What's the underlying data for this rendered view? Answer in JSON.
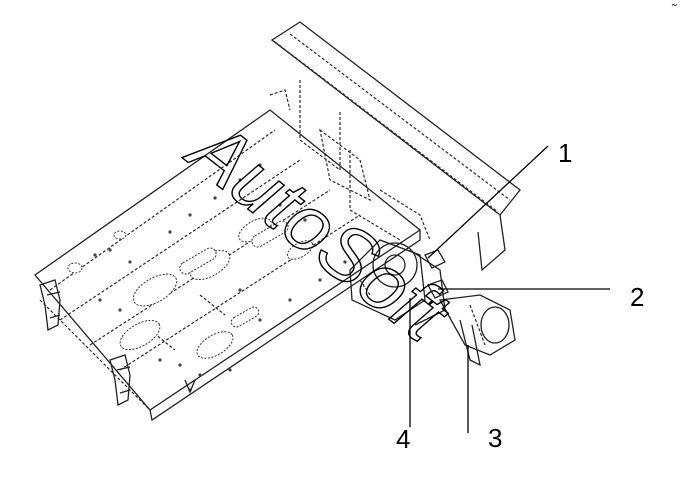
{
  "callouts": [
    {
      "id": "1",
      "label": "1"
    },
    {
      "id": "2",
      "label": "2"
    },
    {
      "id": "3",
      "label": "3"
    },
    {
      "id": "4",
      "label": "4"
    }
  ],
  "watermark": {
    "text": "AutoSoft"
  },
  "corner_mark": {
    "text": "˜"
  },
  "colors": {
    "ink": "#000000",
    "background": "#ffffff"
  }
}
